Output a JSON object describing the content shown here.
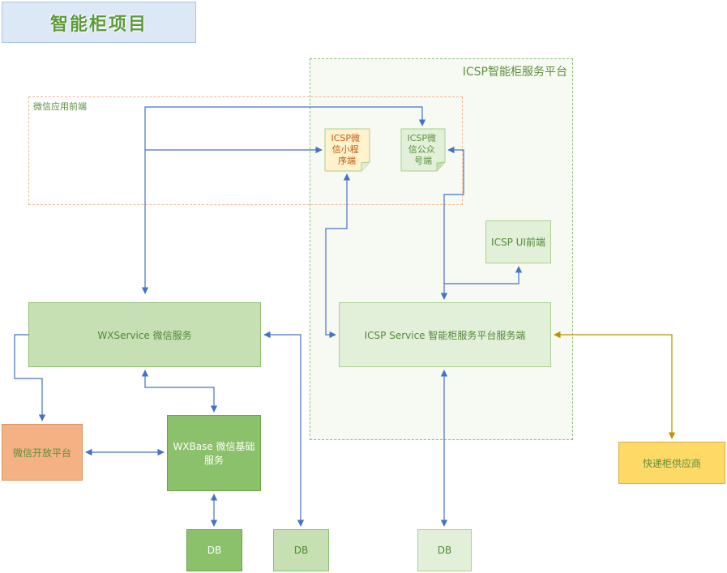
{
  "title": "智能柜项目",
  "regions": {
    "icsp_platform": "ICSP智能柜服务平台",
    "wechat_frontend": "微信应用前端"
  },
  "nodes": {
    "icsp_mini_program": "ICSP微信小程序端",
    "icsp_mini_program_lines": [
      "ICSP微",
      "信小程",
      "序端"
    ],
    "icsp_official_account": "ICSP微信公众号端",
    "icsp_official_account_lines": [
      "ICSP微",
      "信公众",
      "号端"
    ],
    "icsp_ui": "ICSP UI前端",
    "wx_service": "WXService 微信服务",
    "icsp_service": "ICSP Service 智能柜服务平台服务端",
    "wx_open_platform": "微信开放平台",
    "wx_base": "WXBase 微信基础服务",
    "db1": "DB",
    "db2": "DB",
    "db3": "DB",
    "supplier": "快递柜供应商"
  },
  "colors": {
    "connector_blue": "#4472c4",
    "connector_gold": "#bf9000",
    "region_green": "#8cc07a",
    "region_orange": "#f4b593"
  }
}
